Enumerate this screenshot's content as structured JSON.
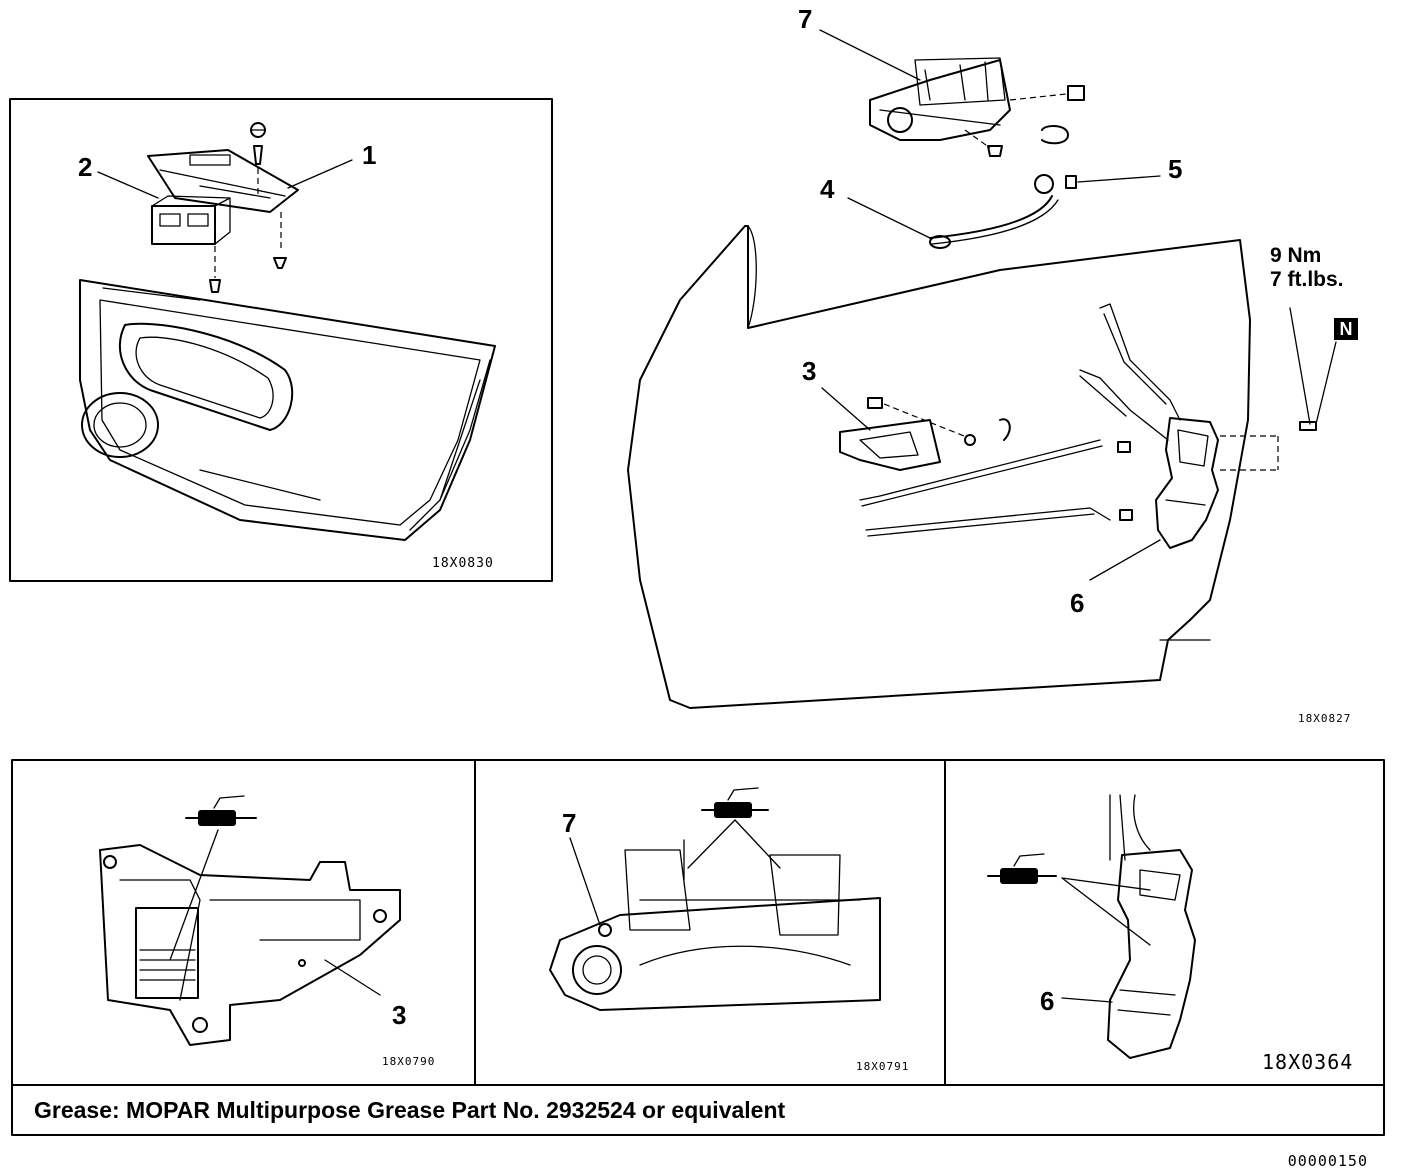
{
  "panels": {
    "trim_panel": {
      "callouts": [
        "1",
        "2"
      ],
      "figure_code": "18X0830"
    },
    "door_overview": {
      "callouts": [
        "3",
        "4",
        "5",
        "6",
        "7"
      ],
      "torque": {
        "metric": "9 Nm",
        "imperial": "7 ft.lbs."
      },
      "note_badge": "N",
      "figure_code": "18X0827"
    },
    "inside_handle": {
      "callout": "3",
      "figure_code": "18X0790"
    },
    "outside_handle": {
      "callout": "7",
      "figure_code": "18X0791"
    },
    "latch_actuator": {
      "callout": "6",
      "figure_code": "18X0364"
    }
  },
  "grease_note": "Grease: MOPAR Multipurpose Grease Part No. 2932524 or equivalent",
  "footer_code": "00000150",
  "icons": [
    "screw-icon",
    "grease-gun-icon"
  ]
}
